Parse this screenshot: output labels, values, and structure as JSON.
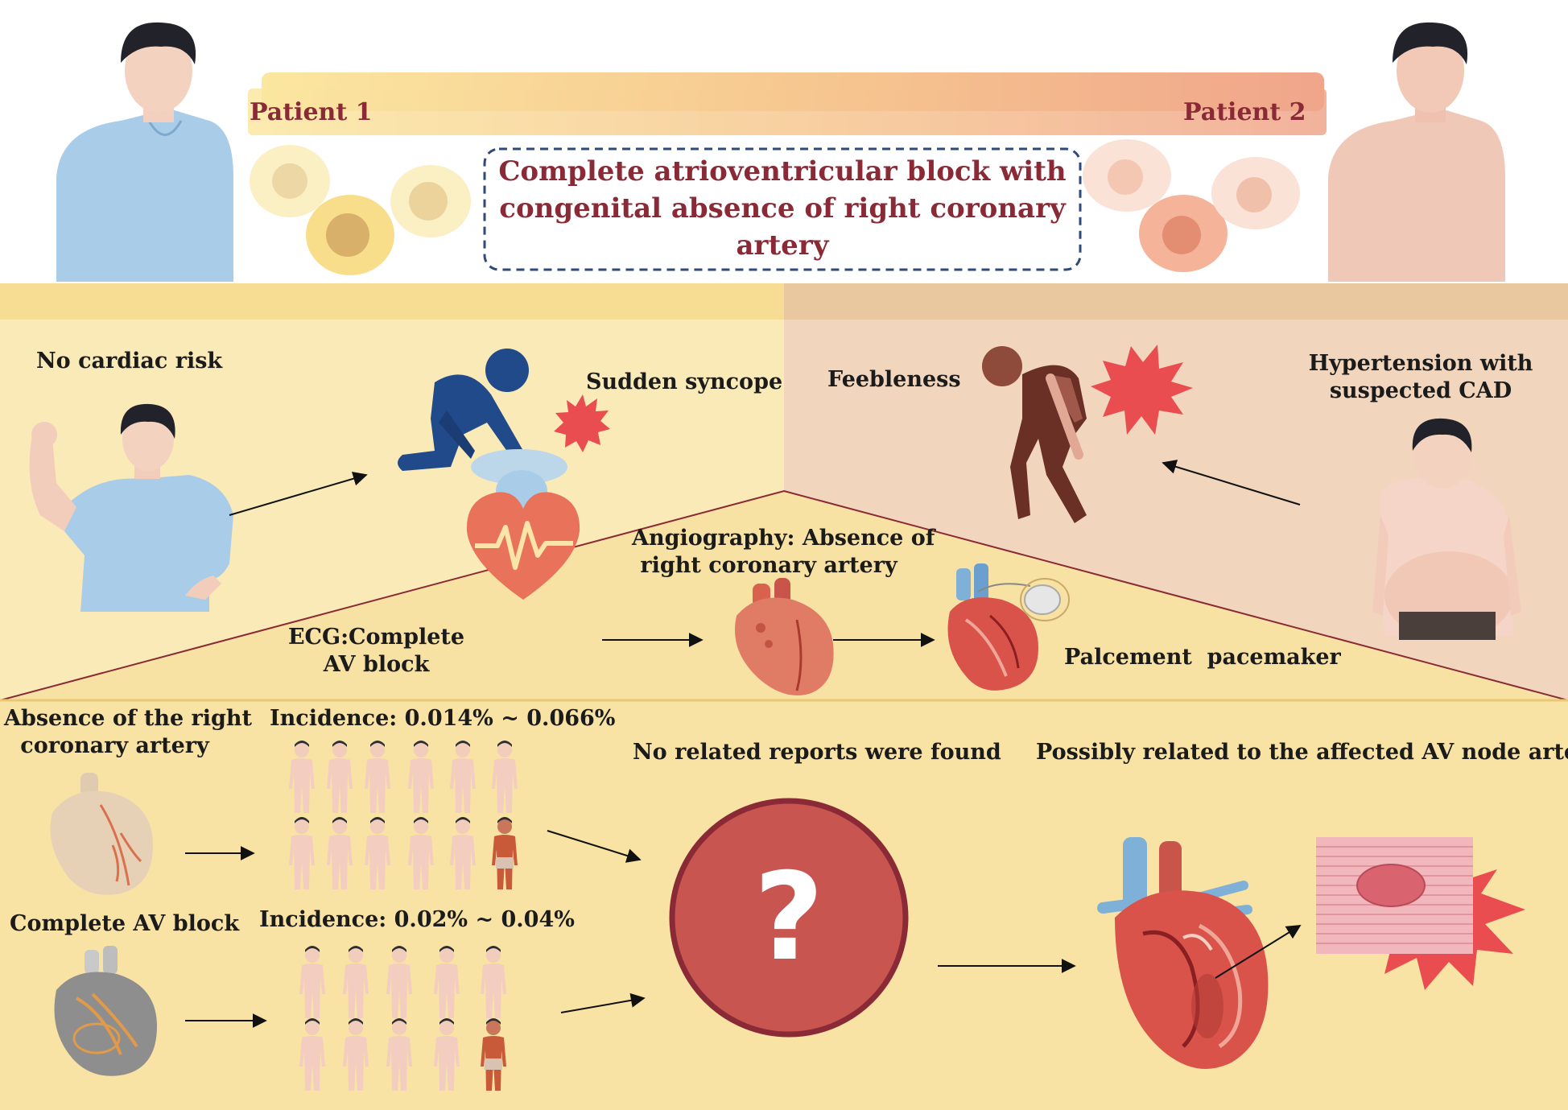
{
  "header": {
    "patient1_label": "Patient 1",
    "patient2_label": "Patient 2",
    "title_line1": "Complete atrioventricular block with",
    "title_line2": "congenital absence of right coronary artery"
  },
  "patient1_panel": {
    "risk_label": "No cardiac risk",
    "event_label": "Sudden syncope"
  },
  "patient2_panel": {
    "symptom_label": "Feebleness",
    "history_line1": "Hypertension with",
    "history_line2": "suspected CAD"
  },
  "workup": {
    "ecg_line1": "ECG:Complete",
    "ecg_line2": "AV block",
    "angio_line1": "Angiography: Absence of",
    "angio_line2": "right coronary artery",
    "treatment_label": "Palcement  pacemaker"
  },
  "epidemiology": {
    "rca_line1": "Absence of the right",
    "rca_line2": "coronary artery",
    "rca_incidence": "Incidence: 0.014% ~ 0.066%",
    "avb_label": "Complete AV block",
    "avb_incidence": "Incidence: 0.02% ~ 0.04%",
    "no_reports": "No related reports were found",
    "question_symbol": "?",
    "hypothesis": "Possibly related to the affected AV node artery"
  },
  "colors": {
    "accent": "#8a2a36",
    "yellow_panel": "#f9eab8",
    "peach_panel": "#f1d6bd",
    "bottom_panel": "#f8e3a4",
    "question_circle": "#c95550",
    "burst": "#e94d4f"
  },
  "icons": [
    "person-icon",
    "syncope-figure-icon",
    "fatigue-figure-icon",
    "heart-rate-icon",
    "heart-anatomy-icon",
    "pacemaker-heart-icon",
    "question-mark-icon",
    "burst-icon",
    "av-node-tissue-icon"
  ]
}
